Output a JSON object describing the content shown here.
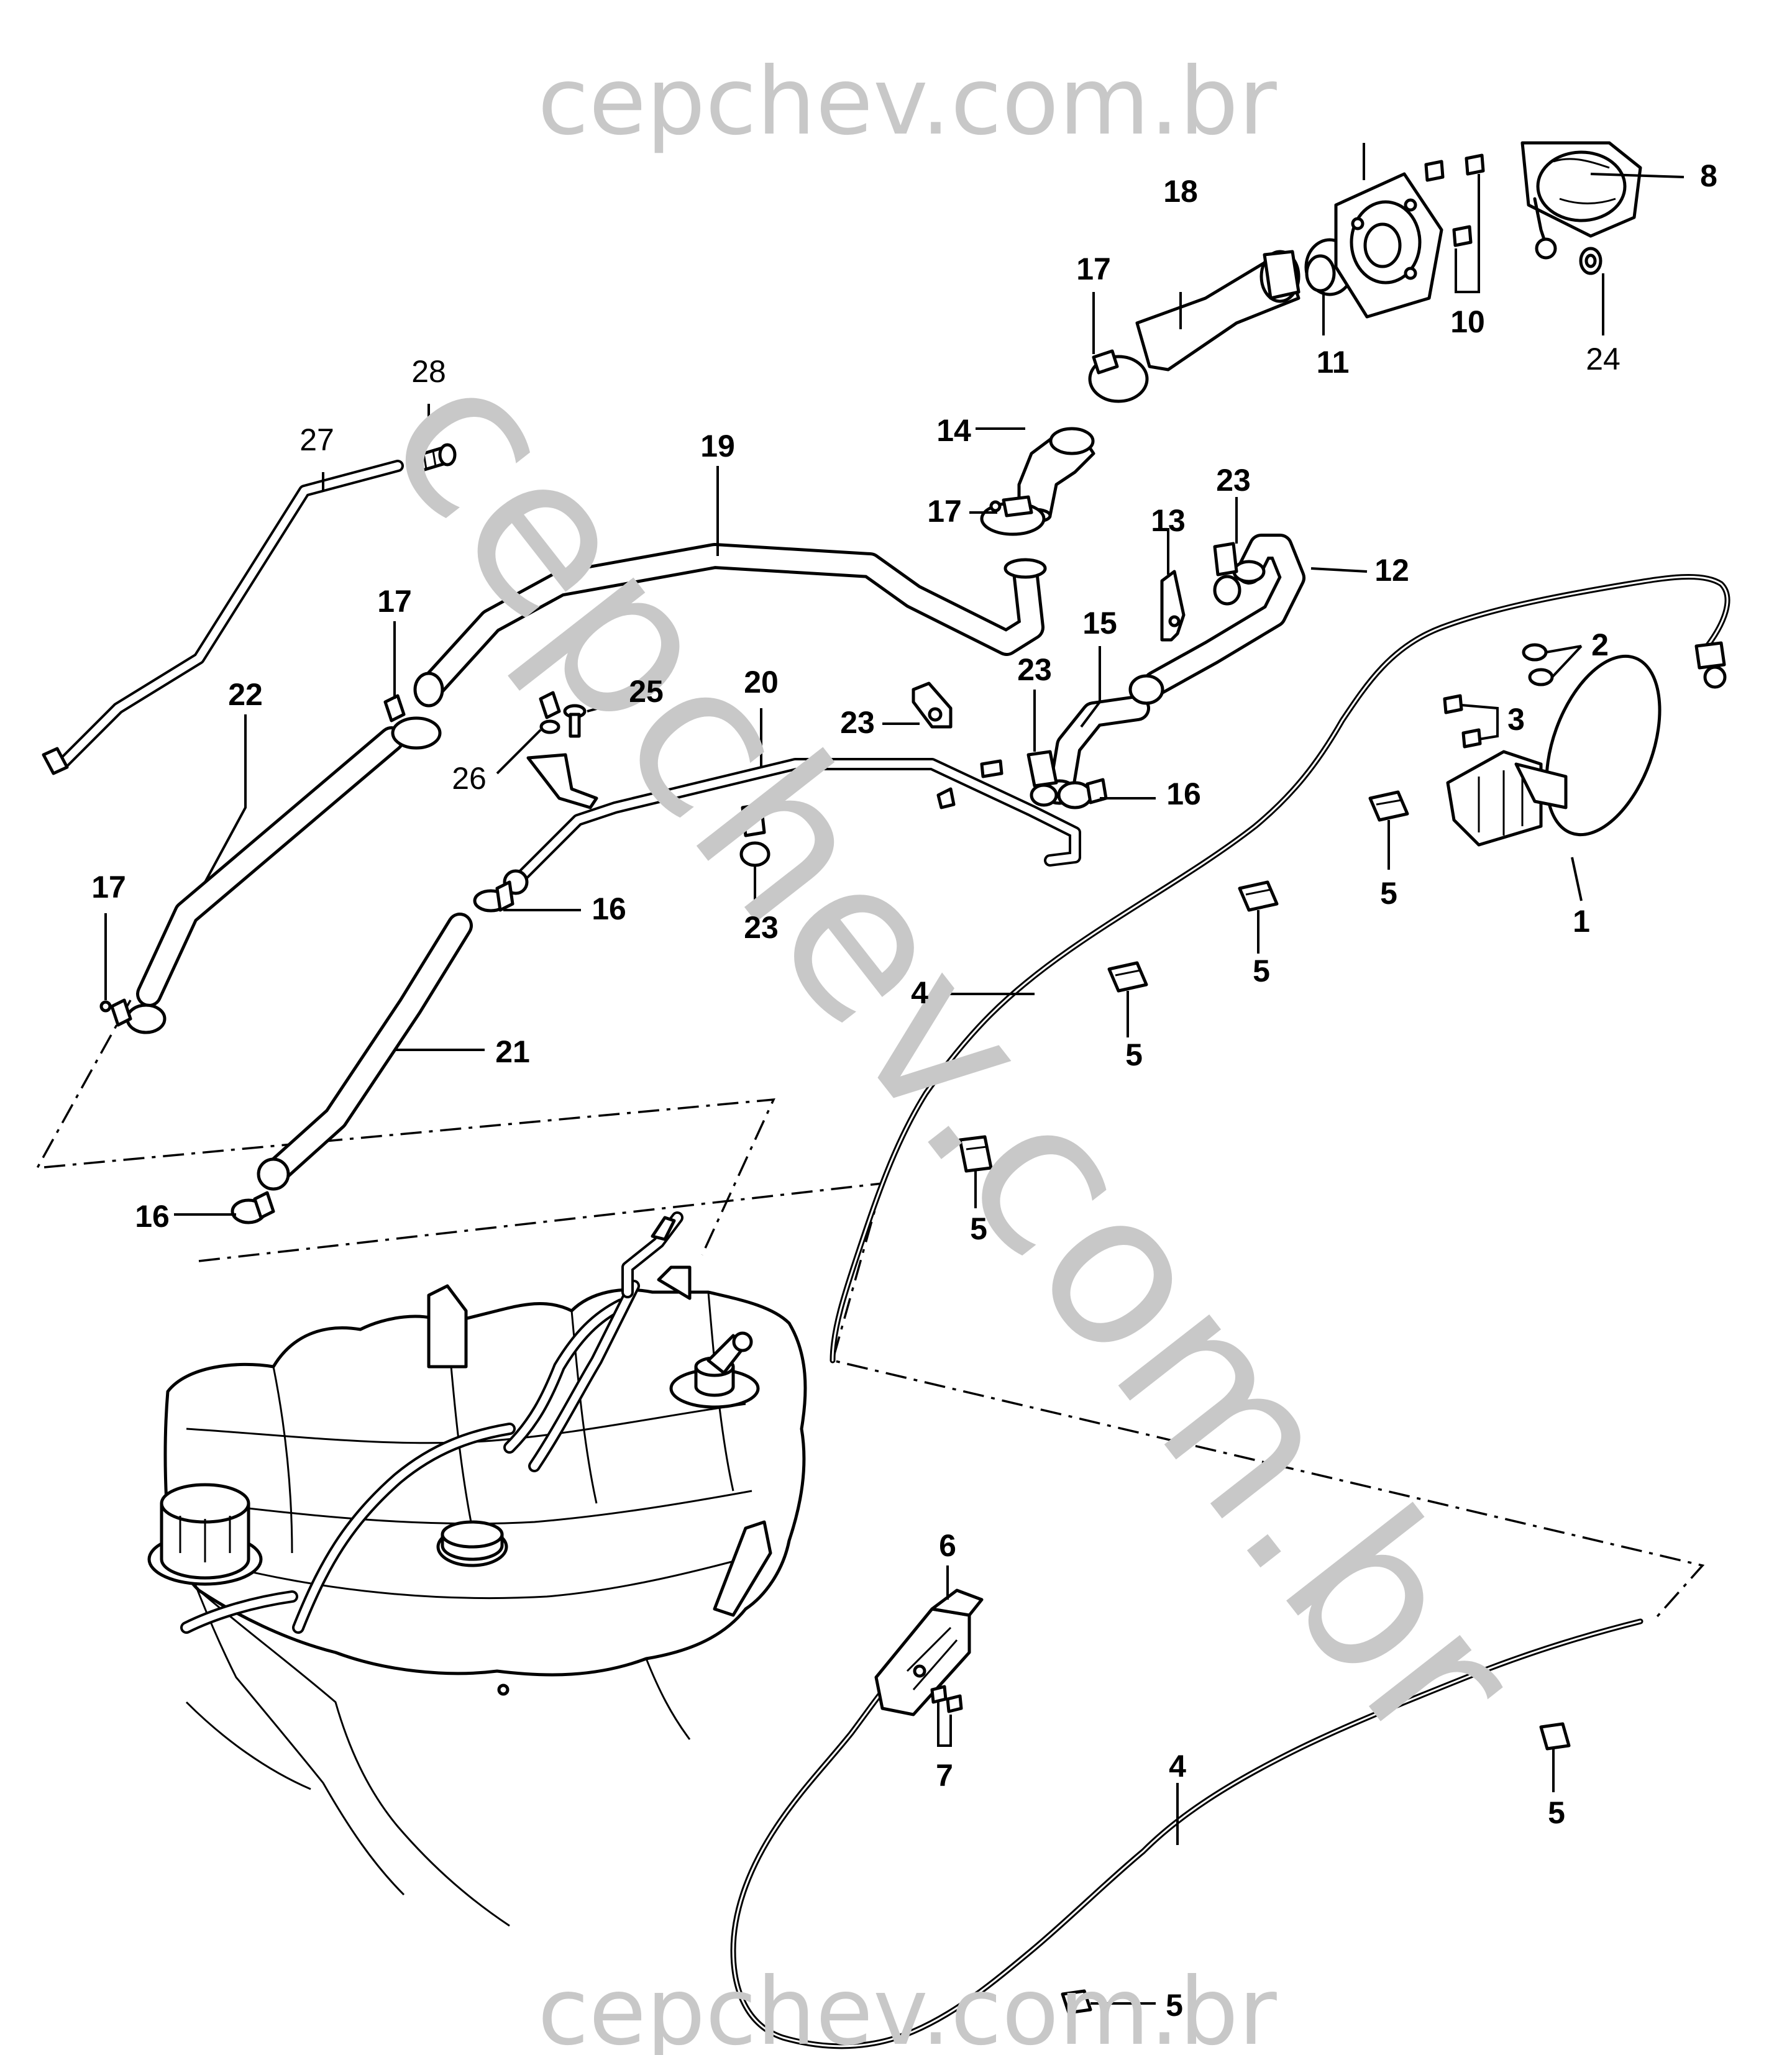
{
  "watermark": {
    "top": "cepchev.com.br",
    "diagonal": "cepchev.com.br",
    "bottom": "cepchev.com.br",
    "color": "#c8c8c8"
  },
  "callouts": {
    "c1": "1",
    "c2": "2",
    "c3": "3",
    "c4a": "4",
    "c4b": "4",
    "c5a": "5",
    "c5b": "5",
    "c5c": "5",
    "c5d": "5",
    "c5e": "5",
    "c5f": "5",
    "c6": "6",
    "c7": "7",
    "c8": "8",
    "c10": "10",
    "c11": "11",
    "c12": "12",
    "c13": "13",
    "c14": "14",
    "c15": "15",
    "c16a": "16",
    "c16b": "16",
    "c16c": "16",
    "c17a": "17",
    "c17b": "17",
    "c17c": "17",
    "c17d": "17",
    "c18": "18",
    "c19": "19",
    "c20": "20",
    "c21": "21",
    "c22": "22",
    "c23a": "23",
    "c23b": "23",
    "c23c": "23",
    "c23d": "23",
    "c24": "24",
    "c25": "25",
    "c26": "26",
    "c27": "27",
    "c28": "28"
  }
}
